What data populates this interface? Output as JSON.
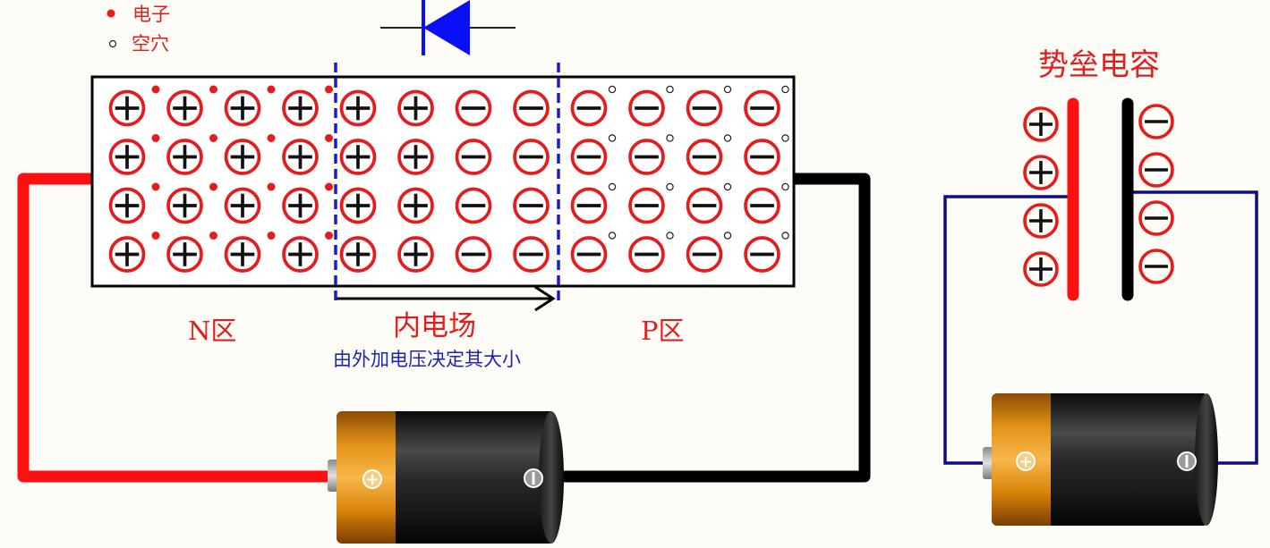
{
  "legend": {
    "electron_label": "电子",
    "hole_label": "空穴"
  },
  "junction": {
    "n_region_label": "N区",
    "p_region_label": "P区",
    "field_label": "内电场",
    "field_note": "由外加电压决定其大小",
    "rows": 4,
    "n_columns": 4,
    "depletion_n_columns": 2,
    "depletion_p_columns": 2,
    "p_columns": 4
  },
  "capacitor": {
    "title": "势垒电容",
    "charges_per_plate": 4
  },
  "battery": {
    "positive_symbol": "+",
    "negative_symbol": "−"
  },
  "colors": {
    "positive": "#e61c1c",
    "negative": "#111111",
    "wire_blue": "#0d0d8a",
    "diode": "#0a10f5",
    "depletion_boundary": "#1b1bd6",
    "battery_gold": "#e9960f",
    "battery_body": "#232323"
  }
}
